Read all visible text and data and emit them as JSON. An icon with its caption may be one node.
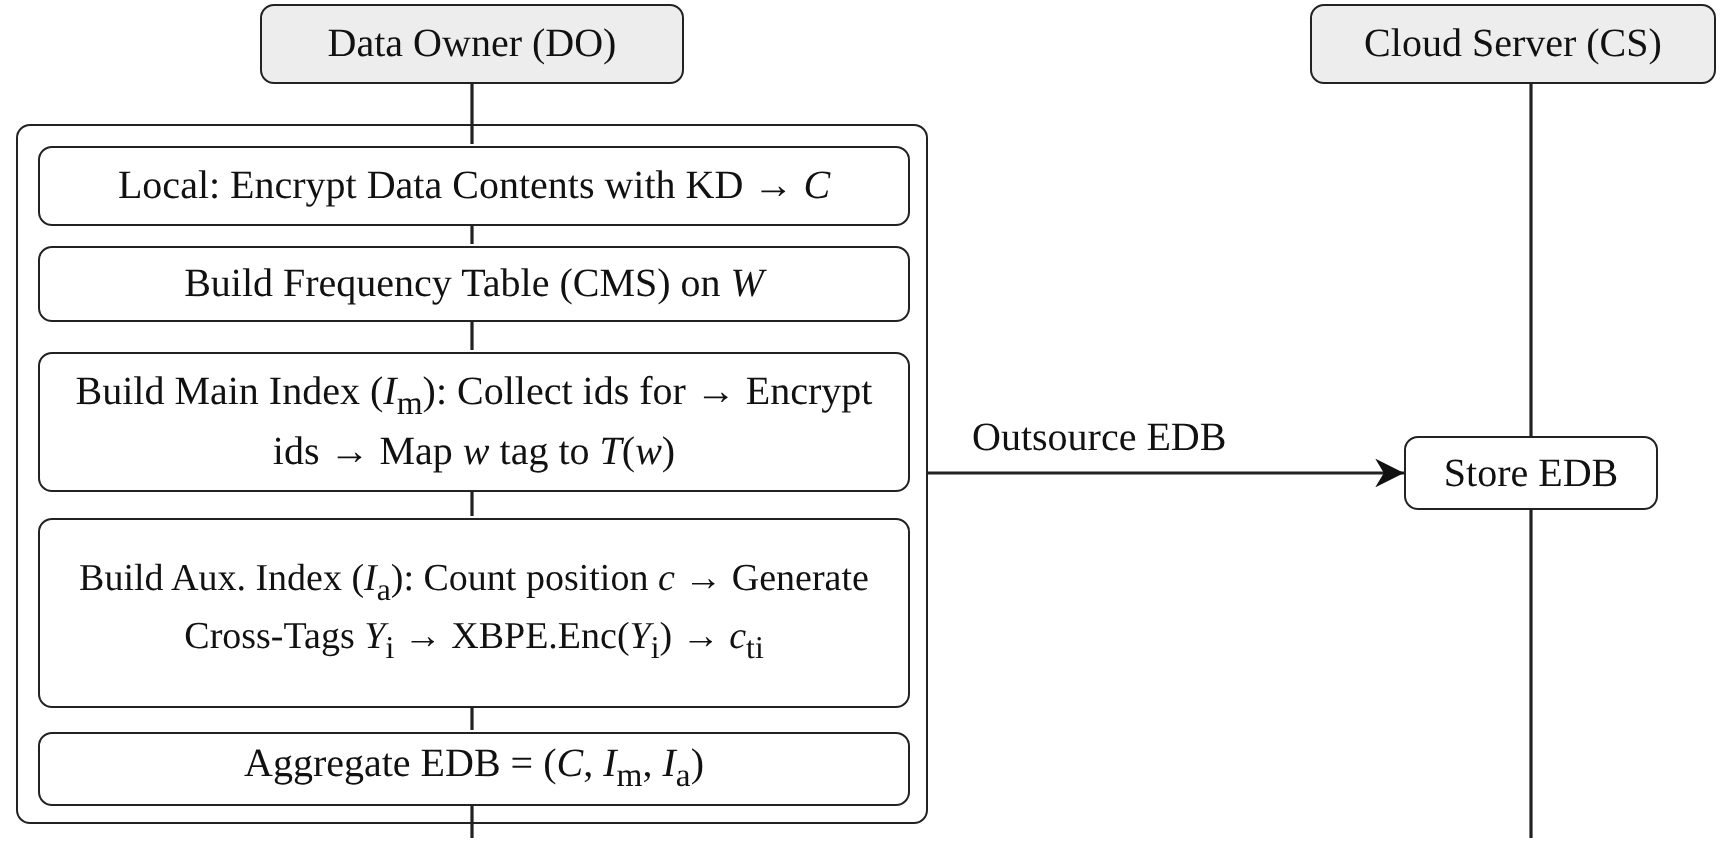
{
  "diagram": {
    "nodes": [
      {
        "text": [
          "Data Owner (DO)"
        ]
      },
      {
        "text": [],
        "shape": "box"
      },
      {
        "text": [
          "Local: Encrypt Data Contents with KD → *C*"
        ],
        "in": 1
      },
      {
        "text": [
          "Build Frequency Table (CMS) on *W*"
        ],
        "in": 1
      },
      {
        "text": [
          "Build Main Index (*I*$_{m}$): Collect ids for → Encrypt ids → Map *w* tag to *T*(*w*)"
        ],
        "in": 1
      },
      {
        "text": [
          "Build Aux. Index (*I*$_{a}$): Count position *c* → Generate Cross-Tags *Y*$_{i}$ → XBPE.Enc(*Y*$_{i}$) → *c*$_{ti}$"
        ],
        "in": 1
      },
      {
        "text": [
          "Aggregate EDB = (*C*, *I*$_{m}$, *I*$_{a}$)"
        ],
        "in": 1
      },
      {
        "text": [
          "Cloud Server (CS)"
        ]
      },
      {
        "text": [
          "Store EDB"
        ]
      }
    ],
    "edges": [
      {
        "from": 0,
        "to": 1,
        "arrow": "none"
      },
      {
        "from": 1,
        "to": 2,
        "arrow": "none"
      },
      {
        "from": 2,
        "to": 3,
        "arrow": "none"
      },
      {
        "from": 3,
        "to": 4,
        "arrow": "none"
      },
      {
        "from": 4,
        "to": 5,
        "arrow": "none"
      },
      {
        "from": 5,
        "to": 6,
        "arrow": "none"
      },
      {
        "from": 6,
        "to": 1,
        "arrow": "none"
      },
      {
        "from": 1,
        "to": null,
        "arrow": "none"
      },
      {
        "from": 1,
        "to": 8,
        "arrow": "to",
        "label": "Outsource EDB"
      },
      {
        "from": 7,
        "to": 8,
        "arrow": "none"
      },
      {
        "from": 8,
        "to": null,
        "arrow": "none"
      }
    ]
  }
}
